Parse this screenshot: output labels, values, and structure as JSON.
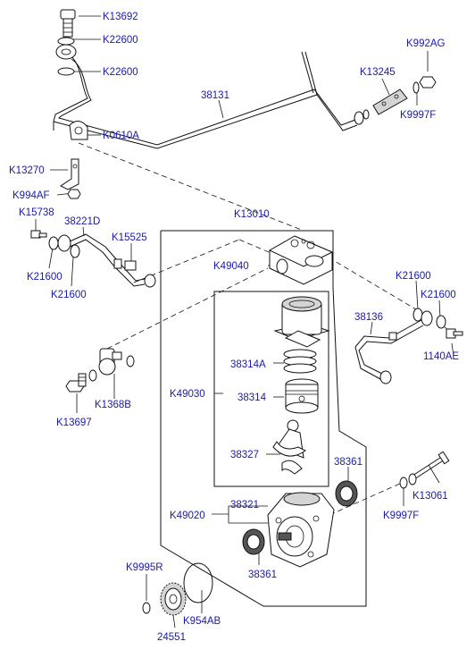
{
  "labels": {
    "p_k13692": "K13692",
    "p_k22600_a": "K22600",
    "p_k22600_b": "K22600",
    "p_k992ag": "K992AG",
    "p_k13245": "K13245",
    "p_38131": "38131",
    "p_k9997f_a": "K9997F",
    "p_k0610a": "K0610A",
    "p_k13270": "K13270",
    "p_k994af": "K994AF",
    "p_k13010": "K13010",
    "p_k15738": "K15738",
    "p_38221d": "38221D",
    "p_k15525": "K15525",
    "p_k49040": "K49040",
    "p_k21600_a": "K21600",
    "p_k21600_b": "K21600",
    "p_k21600_c": "K21600",
    "p_k21600_d": "K21600",
    "p_38136": "38136",
    "p_1140ae": "1140AE",
    "p_38314a": "38314A",
    "p_k49030": "K49030",
    "p_38314": "38314",
    "p_k13697": "K13697",
    "p_k1368b": "K1368B",
    "p_38327": "38327",
    "p_38361_a": "38361",
    "p_38321": "38321",
    "p_k49020": "K49020",
    "p_k13061": "K13061",
    "p_k9997f_b": "K9997F",
    "p_38361_b": "38361",
    "p_k9995r": "K9995R",
    "p_k954ab": "K954AB",
    "p_24551": "24551"
  }
}
